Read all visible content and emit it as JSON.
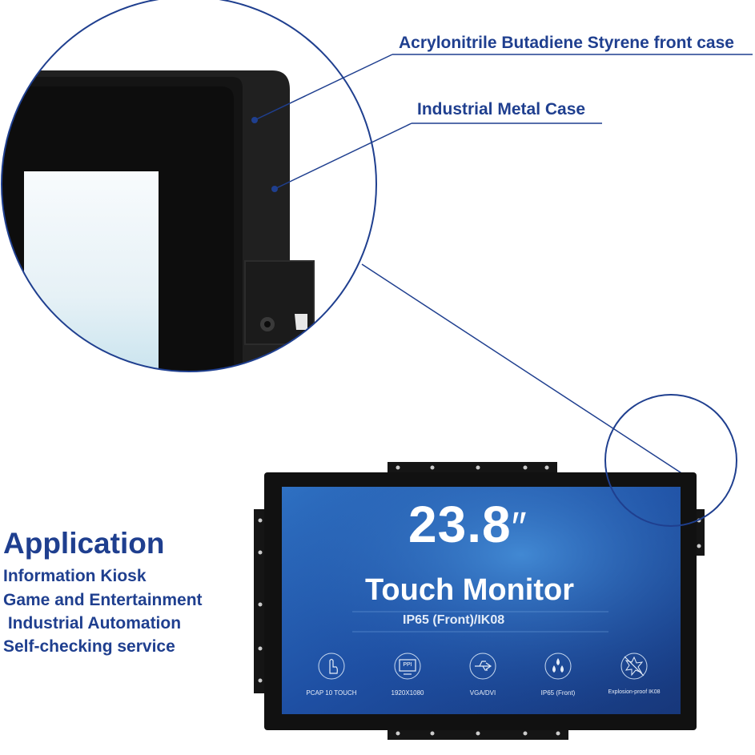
{
  "callouts": {
    "front_case": "Acrylonitrile Butadiene Styrene front case",
    "metal_case": "Industrial Metal Case"
  },
  "application": {
    "title": "Application",
    "items": [
      "Information Kiosk",
      "Game and Entertainment",
      " Industrial Automation",
      "Self-checking service"
    ]
  },
  "monitor": {
    "size": "23.8",
    "inch_mark": "″",
    "product": "Touch Monitor",
    "rating": "IP65 (Front)/IK08",
    "features": [
      {
        "icon": "touch-hand-icon",
        "label": "PCAP 10 TOUCH"
      },
      {
        "icon": "ppi-icon",
        "icon_text": "PPI",
        "label": "1920X1080"
      },
      {
        "icon": "usb-icon",
        "label": "VGA/DVI"
      },
      {
        "icon": "water-drops-icon",
        "label": "IP65 (Front)"
      },
      {
        "icon": "explosion-proof-icon",
        "label": "Explosion-proof  IK08"
      }
    ]
  },
  "colors": {
    "accent": "#1f3f8f",
    "screen_blue": "#1e4fa3",
    "bezel": "#111111"
  }
}
